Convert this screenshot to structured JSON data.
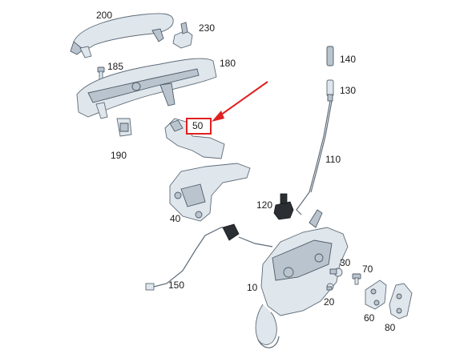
{
  "parts": [
    {
      "key": "p200",
      "number": "200"
    },
    {
      "key": "p230",
      "number": "230"
    },
    {
      "key": "p185",
      "number": "185"
    },
    {
      "key": "p180",
      "number": "180"
    },
    {
      "key": "p140",
      "number": "140"
    },
    {
      "key": "p130",
      "number": "130"
    },
    {
      "key": "p50",
      "number": "50",
      "highlighted": true
    },
    {
      "key": "p190",
      "number": "190"
    },
    {
      "key": "p110",
      "number": "110"
    },
    {
      "key": "p120",
      "number": "120"
    },
    {
      "key": "p40",
      "number": "40"
    },
    {
      "key": "p150",
      "number": "150"
    },
    {
      "key": "p30",
      "number": "30"
    },
    {
      "key": "p70",
      "number": "70"
    },
    {
      "key": "p10",
      "number": "10"
    },
    {
      "key": "p20",
      "number": "20"
    },
    {
      "key": "p60",
      "number": "60"
    },
    {
      "key": "p80",
      "number": "80"
    }
  ],
  "colors": {
    "highlight": "#e02020",
    "part_fill": "#dfe6ec",
    "part_stroke": "#5e6b77"
  }
}
